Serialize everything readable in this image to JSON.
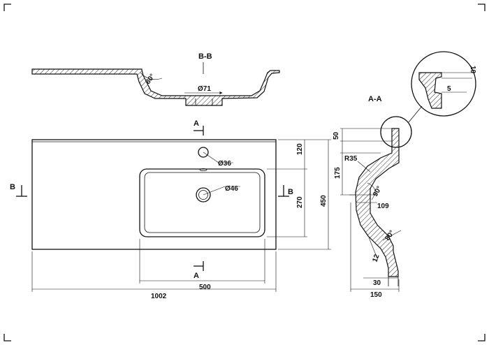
{
  "sections": {
    "bb_label": "B-B",
    "aa_label": "A-A",
    "cut_a": "A",
    "cut_b": "B"
  },
  "dims": {
    "total_width": "1002",
    "bowl_width": "500",
    "depth": "450",
    "bowl_depth": "270",
    "tap_offset": "120",
    "tap_hole": "Ø36",
    "drain_hole": "Ø46",
    "drain_bb": "Ø71",
    "angle_bb": "80°",
    "edge_height": "50",
    "profile_height": "175",
    "radius": "R35",
    "angle_aa": "90°",
    "offset_aa": "109",
    "wall": "12",
    "angle_aa2": "80°",
    "rim_aa": "30",
    "aa_width": "150",
    "detail_10": "10",
    "detail_5": "5"
  }
}
